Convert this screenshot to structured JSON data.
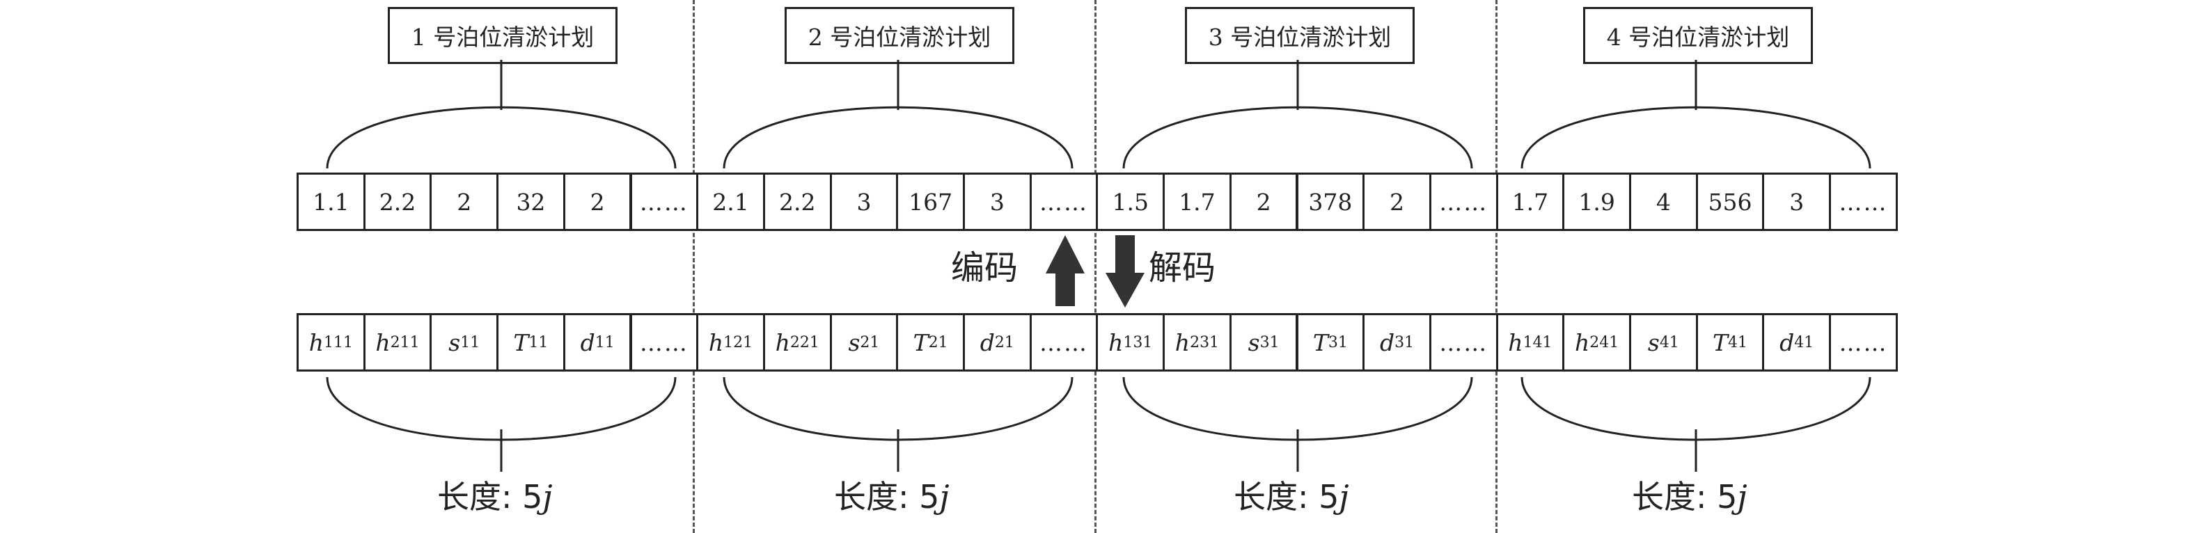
{
  "plans": [
    {
      "title": "1 号泊位清淤计划",
      "values": [
        "1.1",
        "2.2",
        "2",
        "32",
        "2",
        "……"
      ],
      "codes": [
        {
          "base": "h",
          "sup": "1",
          "sub": "11"
        },
        {
          "base": "h",
          "sup": "2",
          "sub": "11"
        },
        {
          "base": "s",
          "sup": "",
          "sub": "11"
        },
        {
          "base": "T",
          "sup": "",
          "sub": "11"
        },
        {
          "base": "d",
          "sup": "",
          "sub": "11"
        },
        {
          "base": "……",
          "sup": "",
          "sub": ""
        }
      ]
    },
    {
      "title": "2 号泊位清淤计划",
      "values": [
        "2.1",
        "2.2",
        "3",
        "167",
        "3",
        "……"
      ],
      "codes": [
        {
          "base": "h",
          "sup": "1",
          "sub": "21"
        },
        {
          "base": "h",
          "sup": "2",
          "sub": "21"
        },
        {
          "base": "s",
          "sup": "",
          "sub": "21"
        },
        {
          "base": "T",
          "sup": "",
          "sub": "21"
        },
        {
          "base": "d",
          "sup": "",
          "sub": "21"
        },
        {
          "base": "……",
          "sup": "",
          "sub": ""
        }
      ]
    },
    {
      "title": "3 号泊位清淤计划",
      "values": [
        "1.5",
        "1.7",
        "2",
        "378",
        "2",
        "……"
      ],
      "codes": [
        {
          "base": "h",
          "sup": "1",
          "sub": "31"
        },
        {
          "base": "h",
          "sup": "2",
          "sub": "31"
        },
        {
          "base": "s",
          "sup": "",
          "sub": "31"
        },
        {
          "base": "T",
          "sup": "",
          "sub": "31"
        },
        {
          "base": "d",
          "sup": "",
          "sub": "31"
        },
        {
          "base": "……",
          "sup": "",
          "sub": ""
        }
      ]
    },
    {
      "title": "4 号泊位清淤计划",
      "values": [
        "1.7",
        "1.9",
        "4",
        "556",
        "3",
        "……"
      ],
      "codes": [
        {
          "base": "h",
          "sup": "1",
          "sub": "41"
        },
        {
          "base": "h",
          "sup": "2",
          "sub": "41"
        },
        {
          "base": "s",
          "sup": "",
          "sub": "41"
        },
        {
          "base": "T",
          "sup": "",
          "sub": "41"
        },
        {
          "base": "d",
          "sup": "",
          "sub": "41"
        },
        {
          "base": "……",
          "sup": "",
          "sub": ""
        }
      ]
    }
  ],
  "encode_label": "编码",
  "decode_label": "解码",
  "length_label": {
    "text": "长度: 5",
    "var": "j"
  },
  "colors": {
    "line": "#222222",
    "arrow": "#333333",
    "divider": "#555555"
  }
}
